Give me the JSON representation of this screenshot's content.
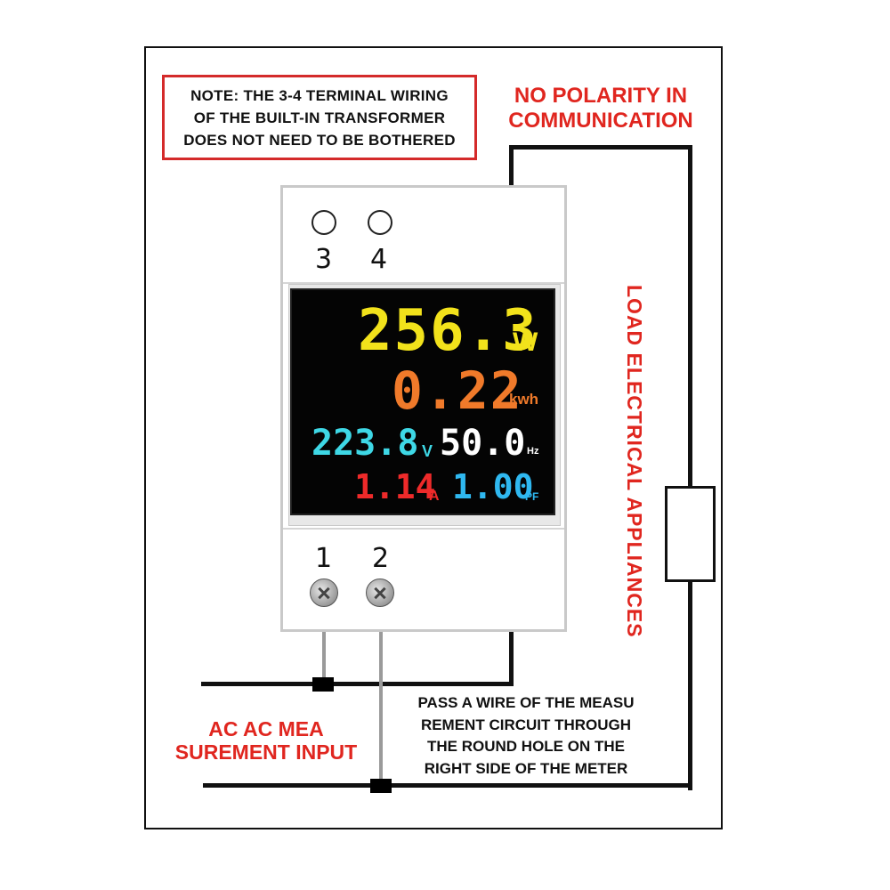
{
  "note": {
    "lines": [
      "NOTE: THE 3-4 TERMINAL WIRING",
      "OF THE BUILT-IN TRANSFORMER",
      "DOES NOT NEED TO BE BOTHERED"
    ]
  },
  "polarity_label": [
    "NO POLARITY IN",
    "COMMUNICATION"
  ],
  "load_label": "LOAD ELECTRICAL APPLIANCES",
  "input_label": [
    "AC AC MEA",
    "SUREMENT INPUT"
  ],
  "pass_wire_label": [
    "PASS A WIRE OF THE MEASU",
    "REMENT CIRCUIT THROUGH",
    "THE ROUND HOLE ON THE",
    "RIGHT SIDE OF THE METER"
  ],
  "terminals": {
    "top": [
      "3",
      "4"
    ],
    "bottom": [
      "1",
      "2"
    ]
  },
  "display": {
    "power": {
      "value": "256.3",
      "unit": "W",
      "color": "#f2e21b"
    },
    "energy": {
      "value": "0.22",
      "unit": "kwh",
      "color": "#f07a2a"
    },
    "voltage": {
      "value": "223.8",
      "unit": "V",
      "color": "#3ed8e6"
    },
    "frequency": {
      "value": "50.0",
      "unit": "Hz",
      "color": "#ffffff"
    },
    "current": {
      "value": "1.14",
      "unit": "A",
      "color": "#ee2a2a"
    },
    "power_factor": {
      "value": "1.00",
      "unit": "PF",
      "color": "#2fb8f0"
    }
  },
  "colors": {
    "label_red": "#e0261f",
    "wire": "#111111"
  }
}
